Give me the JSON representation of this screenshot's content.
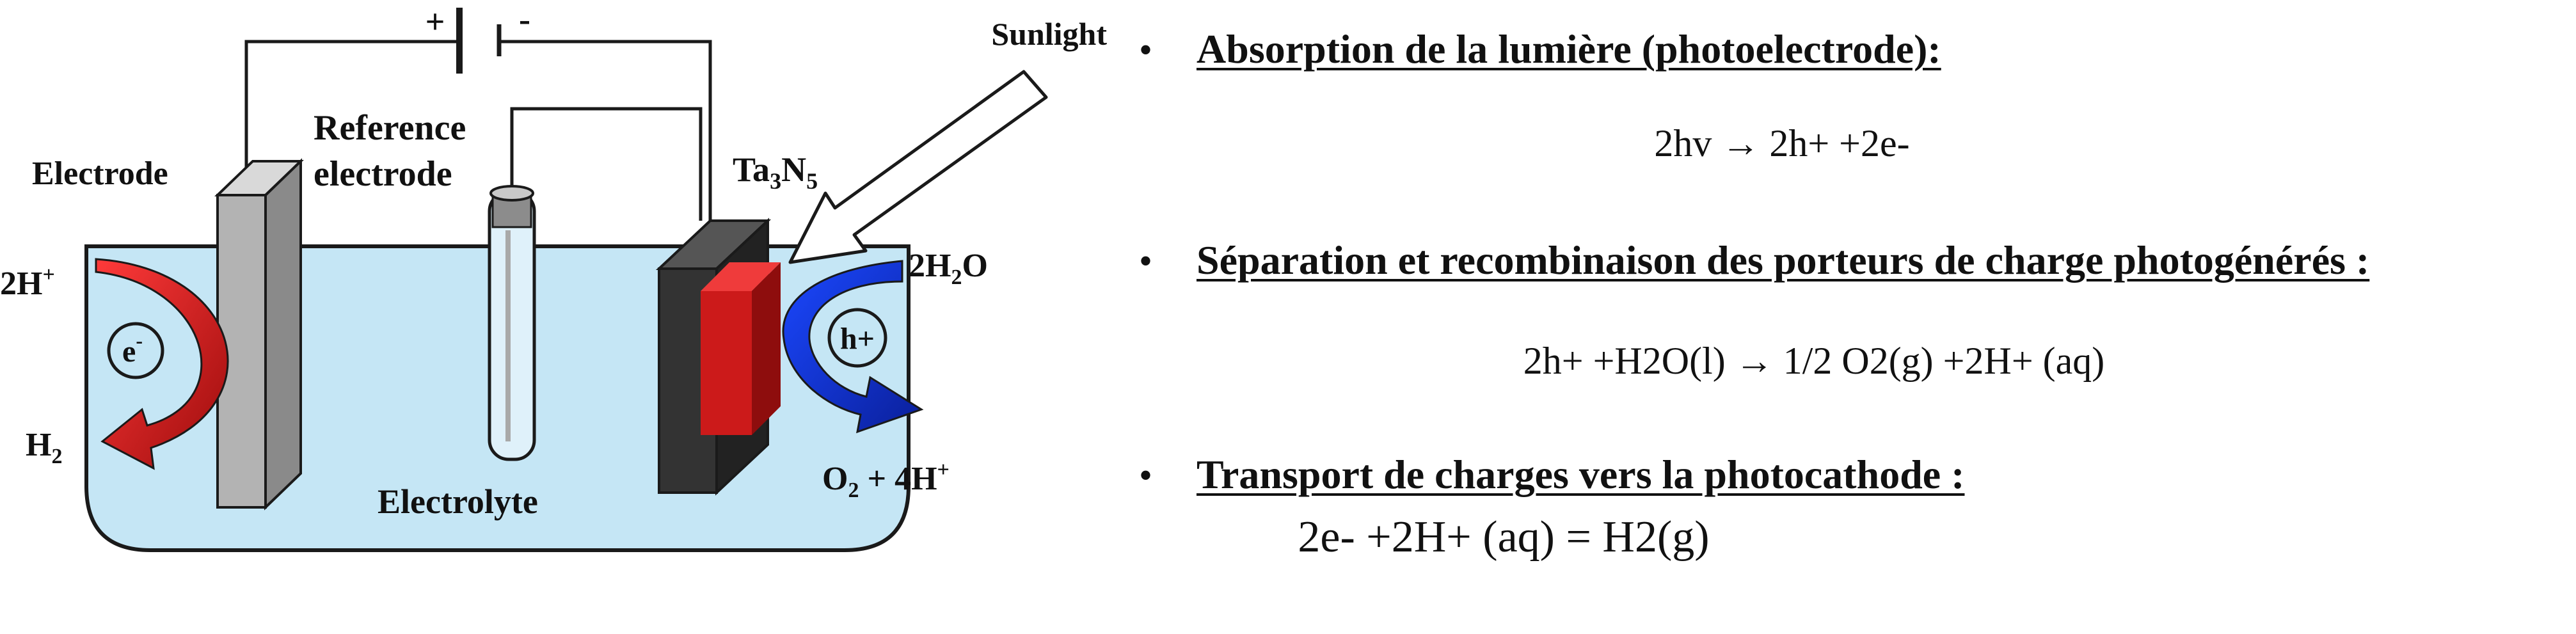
{
  "diagram": {
    "wire_plus": "+",
    "wire_minus": "-",
    "sunlight_label": "Sunlight",
    "reference_label_line1": "Reference",
    "reference_label_line2": "electrode",
    "electrode_label": "Electrode",
    "ta3n5_base": "Ta",
    "ta3n5_sub1": "3",
    "ta3n5_mid": "N",
    "ta3n5_sub2": "5",
    "h2o_prefix": "2H",
    "h2o_sub": "2",
    "h2o_suffix": "O",
    "hplus_left_base": "2H",
    "hplus_left_sup": "+",
    "electron_base": "e",
    "electron_sup": "-",
    "hole_label": "h+",
    "h2_base": "H",
    "h2_sub": "2",
    "electrolyte_label": "Electrolyte",
    "o2_base": "O",
    "o2_sub": "2",
    "o2_plus": " + 4H",
    "o2_sup": "+"
  },
  "text_pane": {
    "bullet_char": "•",
    "sections": [
      {
        "heading": "Absorption de la lumière (photoelectrode):",
        "equation": "2hv → 2h+ +2e-"
      },
      {
        "heading": "Séparation et recombinaison des porteurs de charge photogénérés :",
        "equation": "2h+ +H2O(l) → 1/2 O2(g) +2H+ (aq)"
      },
      {
        "heading": "Transport de charges vers la photocathode :",
        "equation": "2e- +2H+ (aq) = H2(g)"
      }
    ]
  },
  "colors": {
    "electrolyte": "#c5e6f5",
    "outline": "#1a1a1a",
    "electrode_gray": "#b3b3b3",
    "photoanode_dark": "#2e2e2e",
    "photoanode_red": "#cc1a1a",
    "arrow_red": "#d11b1b",
    "arrow_blue": "#1030c8"
  }
}
